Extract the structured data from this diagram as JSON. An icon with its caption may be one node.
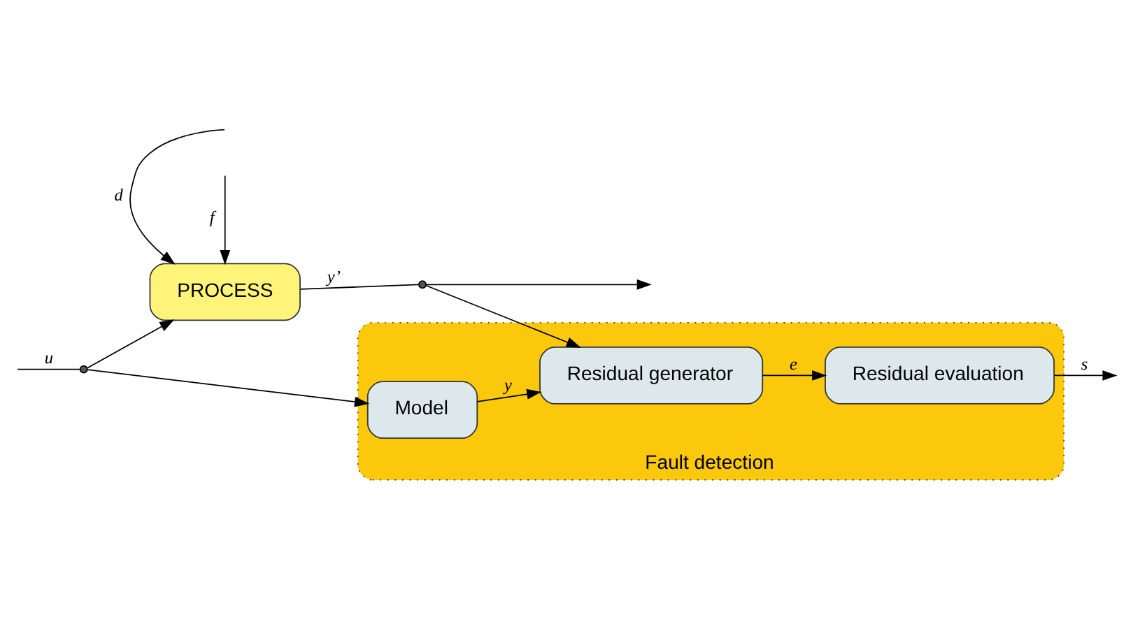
{
  "diagram": {
    "nodes": [
      {
        "text": [
          "PROCESS"
        ]
      },
      {
        "text": [
          "Fault detection"
        ]
      },
      {
        "text": [
          "Model"
        ],
        "in": 1
      },
      {
        "text": [
          "Residual generator"
        ],
        "in": 1
      },
      {
        "text": [
          "Residual evaluation"
        ],
        "in": 1
      },
      {
        "text": [],
        "shape": "circle"
      },
      {
        "text": [],
        "shape": "circle"
      }
    ],
    "edges": [
      {
        "from": null,
        "to": 5,
        "arrow": "none",
        "label": "u"
      },
      {
        "from": 5,
        "to": 0,
        "arrow": "to"
      },
      {
        "from": 5,
        "to": 2,
        "arrow": "to"
      },
      {
        "from": null,
        "to": 0,
        "arrow": "to",
        "label": "d"
      },
      {
        "from": null,
        "to": 0,
        "arrow": "to",
        "label": "f"
      },
      {
        "from": 0,
        "to": 6,
        "arrow": "none",
        "label": "y’"
      },
      {
        "from": 6,
        "to": null,
        "arrow": "to"
      },
      {
        "from": 6,
        "to": 3,
        "arrow": "to"
      },
      {
        "from": 2,
        "to": 3,
        "arrow": "to",
        "label": "y"
      },
      {
        "from": 3,
        "to": 4,
        "arrow": "to",
        "label": "e"
      },
      {
        "from": 4,
        "to": null,
        "arrow": "to",
        "label": "s"
      }
    ]
  }
}
